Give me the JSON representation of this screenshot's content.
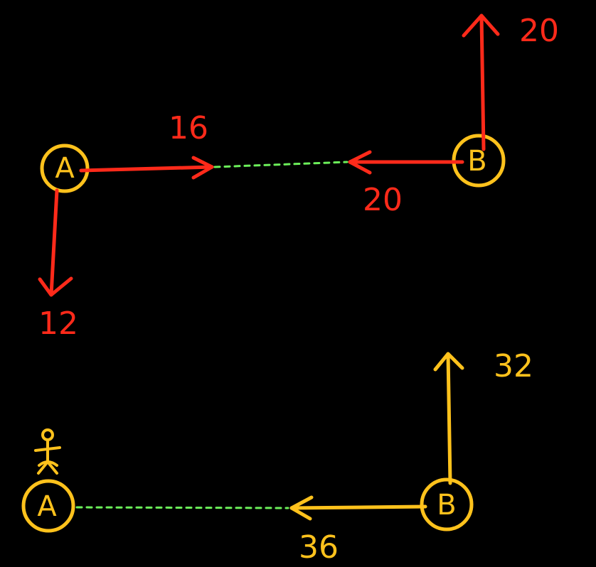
{
  "colors": {
    "background": "#000000",
    "red": "#ff2a1a",
    "yellow": "#ffc21c",
    "green_dashed": "#6cf05a"
  },
  "diagram_top": {
    "node_a": {
      "label": "A"
    },
    "node_b": {
      "label": "B"
    },
    "a_right_arrow_label": "16",
    "a_down_arrow_label": "12",
    "b_left_arrow_label": "20",
    "b_up_arrow_label": "20"
  },
  "diagram_bottom": {
    "node_a": {
      "label": "A"
    },
    "node_b": {
      "label": "B"
    },
    "b_left_arrow_label": "36",
    "b_up_arrow_label": "32"
  }
}
